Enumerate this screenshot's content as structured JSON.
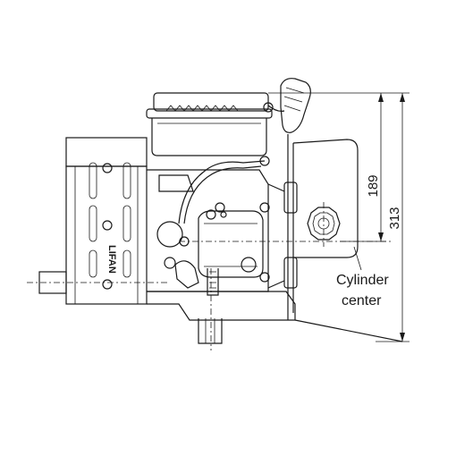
{
  "dimensions": {
    "cylinder_height": "189",
    "overall_height": "313"
  },
  "callout": {
    "line1": "Cylinder",
    "line2": "center"
  },
  "logo": {
    "text": "LIFAN"
  }
}
